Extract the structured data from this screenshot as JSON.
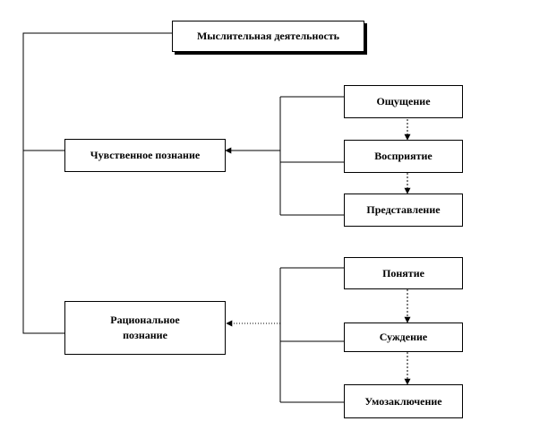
{
  "diagram": {
    "root": "Мыслительная деятельность",
    "sensory": {
      "label": "Чувственное познание",
      "items": [
        "Ощущение",
        "Восприятие",
        "Представление"
      ]
    },
    "rational": {
      "label_line1": "Рациональное",
      "label_line2": "познание",
      "items": [
        "Понятие",
        "Суждение",
        "Умозаключение"
      ]
    }
  }
}
